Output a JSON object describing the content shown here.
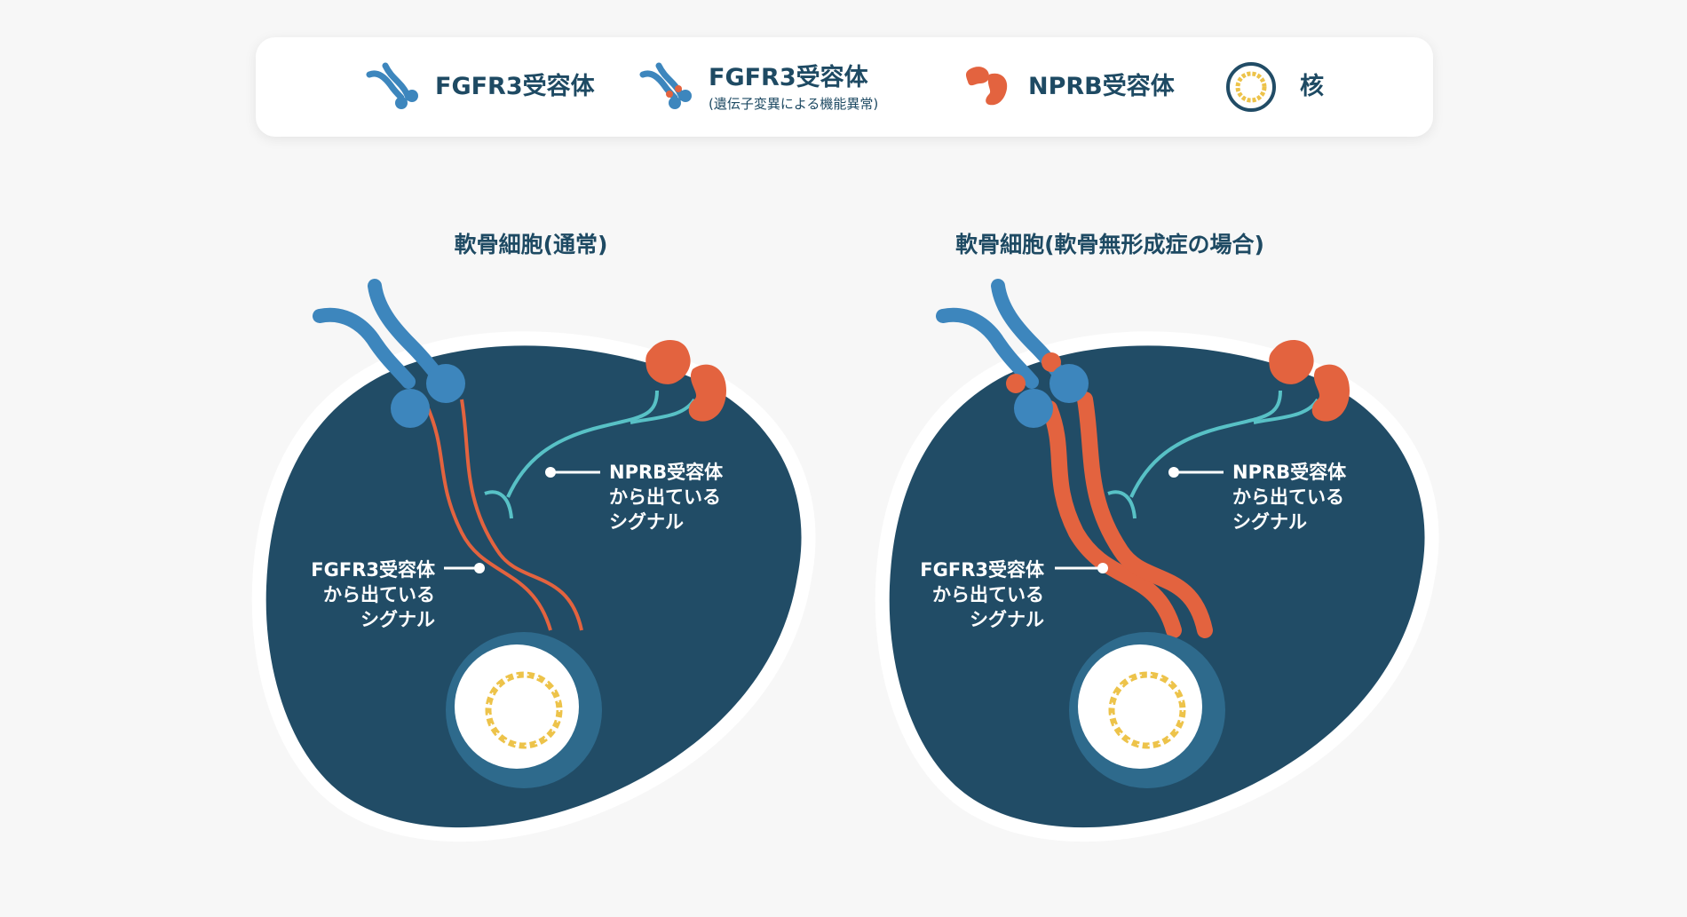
{
  "legend": {
    "items": [
      {
        "label": "FGFR3受容体",
        "icon": "fgfr3-receptor-icon"
      },
      {
        "label": "FGFR3受容体",
        "sublabel": "(遺伝子変異による機能異常)",
        "icon": "fgfr3-mutant-receptor-icon"
      },
      {
        "label": "NPRB受容体",
        "icon": "nprb-receptor-icon"
      },
      {
        "label": "核",
        "icon": "nucleus-icon"
      }
    ]
  },
  "diagrams": {
    "normal": {
      "title": "軟骨細胞(通常)",
      "fgfr3_signal_label": [
        "FGFR3受容体",
        "から出ている",
        "シグナル"
      ],
      "nprb_signal_label": [
        "NPRB受容体",
        "から出ている",
        "シグナル"
      ]
    },
    "achondroplasia": {
      "title": "軟骨細胞(軟骨無形成症の場合)",
      "fgfr3_signal_label": [
        "FGFR3受容体",
        "から出ている",
        "シグナル"
      ],
      "nprb_signal_label": [
        "NPRB受容体",
        "から出ている",
        "シグナル"
      ]
    }
  },
  "colors": {
    "cell": "#214c66",
    "fgfr3": "#3d86bd",
    "mutation": "#e3633f",
    "nprb": "#e3633f",
    "nprb_signal": "#58c1c6",
    "nucleus_ring": "#2e6a8c",
    "dna": "#edc34a",
    "text_dark": "#1e4a63"
  }
}
